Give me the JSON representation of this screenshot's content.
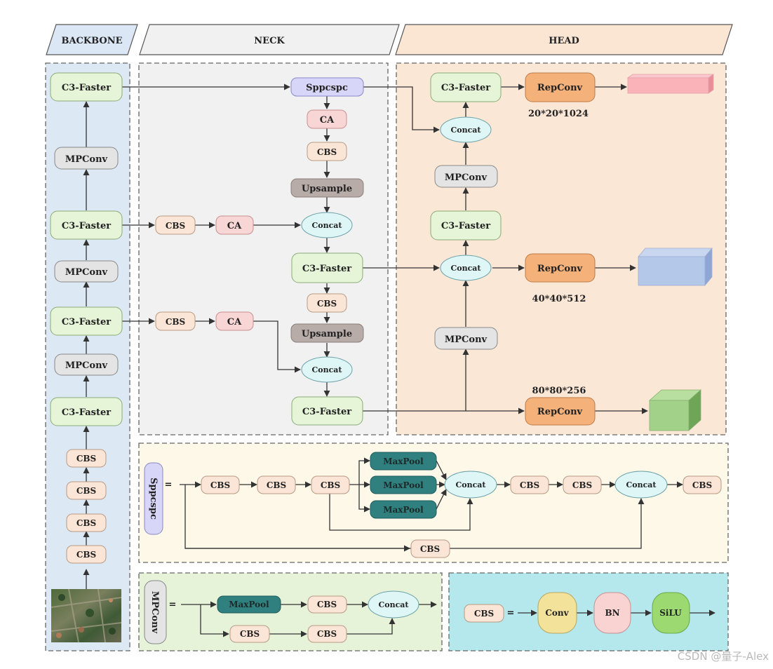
{
  "sections": {
    "backbone": "BACKBONE",
    "neck": "NECK",
    "head": "HEAD"
  },
  "backbone": {
    "c3f_top": "C3-Faster",
    "mpconv_1": "MPConv",
    "c3f_2": "C3-Faster",
    "mpconv_2": "MPConv",
    "c3f_3": "C3-Faster",
    "mpconv_3": "MPConv",
    "c3f_4": "C3-Faster",
    "cbs_1": "CBS",
    "cbs_2": "CBS",
    "cbs_3": "CBS",
    "cbs_4": "CBS"
  },
  "neck": {
    "sppcspc": "Sppcspc",
    "ca_top": "CA",
    "cbs_top": "CBS",
    "upsample_1": "Upsample",
    "cbs_mid1": "CBS",
    "ca_mid1": "CA",
    "concat_1": "Concat",
    "c3f_1": "C3-Faster",
    "cbs_mid": "CBS",
    "upsample_2": "Upsample",
    "cbs_mid2": "CBS",
    "ca_mid2": "CA",
    "concat_2": "Concat",
    "c3f_2": "C3-Faster"
  },
  "head": {
    "c3f_top": "C3-Faster",
    "repconv_1": "RepConv",
    "size_1": "20*20*1024",
    "concat_top": "Concat",
    "mpconv_1": "MPConv",
    "c3f_mid": "C3-Faster",
    "concat_mid": "Concat",
    "repconv_2": "RepConv",
    "size_2": "40*40*512",
    "mpconv_2": "MPConv",
    "size_3": "80*80*256",
    "repconv_3": "RepConv"
  },
  "sppcspc_detail": {
    "label": "Sppcspc",
    "eq": "=",
    "cbs_a": "CBS",
    "cbs_b": "CBS",
    "cbs_c": "CBS",
    "maxpool_1": "MaxPool",
    "maxpool_2": "MaxPool",
    "maxpool_3": "MaxPool",
    "concat_1": "Concat",
    "cbs_d": "CBS",
    "cbs_e": "CBS",
    "concat_2": "Concat",
    "cbs_f": "CBS",
    "cbs_bottom": "CBS"
  },
  "mpconv_detail": {
    "label": "MPConv",
    "eq": "=",
    "maxpool": "MaxPool",
    "cbs_a": "CBS",
    "concat": "Concat",
    "cbs_b": "CBS",
    "cbs_c": "CBS"
  },
  "cbs_detail": {
    "label": "CBS",
    "eq": "=",
    "conv": "Conv",
    "bn": "BN",
    "silu": "SiLU"
  },
  "watermark": "CSDN @量子-Alex",
  "colors": {
    "backbone_bg": "#dde8f5",
    "neck_bg": "#f1f1f1",
    "head_bg": "#fbe7d6",
    "spp_bg": "#fdf8e8",
    "mp_bg": "#e6f3d8",
    "cbsdef_bg": "#b5e8ec",
    "c3faster": "#e6f5d8",
    "mpconv": "#e4e4e4",
    "cbs": "#fbe5d6",
    "ca": "#f9d6d6",
    "sppcspc": "#d8d6f8",
    "upsample": "#b8aca8",
    "concat": "#dff6f6",
    "repconv": "#f4b17a",
    "maxpool": "#318080",
    "conv": "#f3e29a",
    "bn": "#f9d2d2",
    "silu": "#9cd970"
  }
}
